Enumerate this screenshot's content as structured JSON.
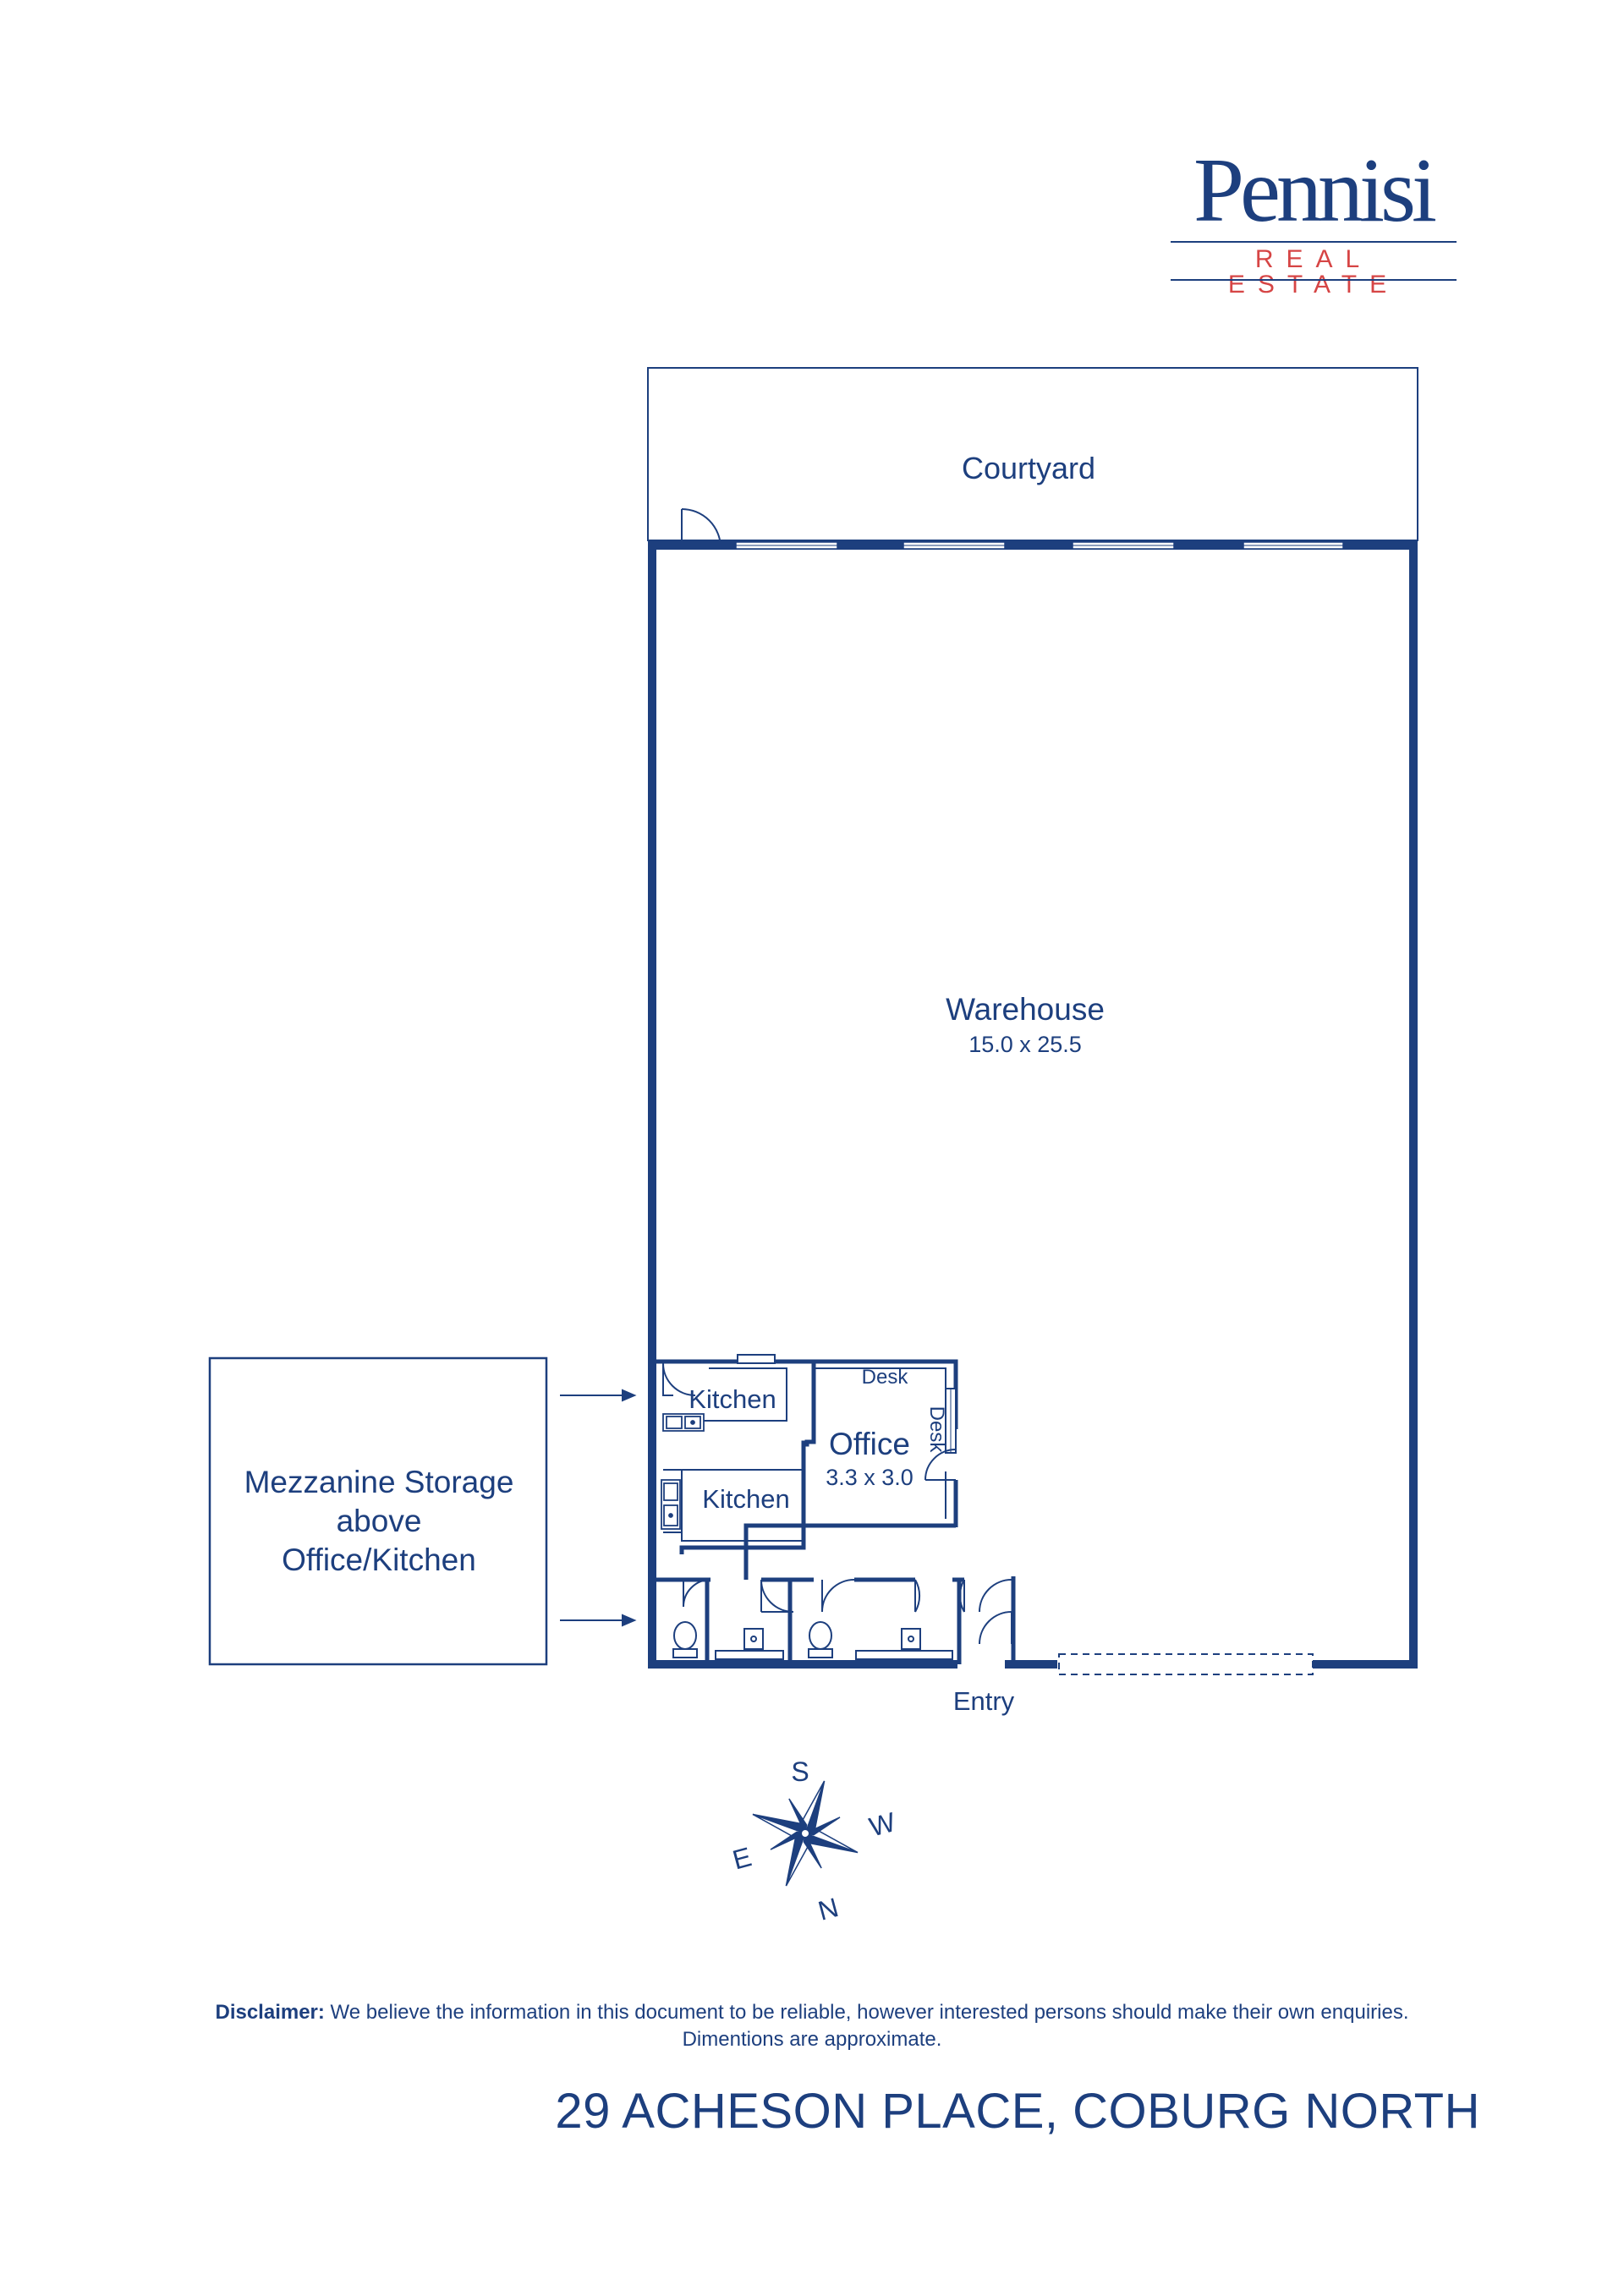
{
  "brand": {
    "name": "Pennisi",
    "subtitle": "REAL ESTATE"
  },
  "rooms": {
    "courtyard": "Courtyard",
    "warehouse": "Warehouse",
    "warehouse_dims": "15.0 x 25.5",
    "kitchen_upper": "Kitchen",
    "kitchen_lower": "Kitchen",
    "office": "Office",
    "office_dims": "3.3 x 3.0",
    "desk_top": "Desk",
    "desk_side": "Desk",
    "entry": "Entry"
  },
  "mezzanine": {
    "line1": "Mezzanine Storage",
    "line2": "above",
    "line3": "Office/Kitchen"
  },
  "compass": {
    "s": "S",
    "w": "W",
    "e": "E",
    "n": "N"
  },
  "disclaimer": {
    "label": "Disclaimer:",
    "text": " We believe the information in this document to be reliable, however interested persons should make their own enquiries.",
    "line2": "Dimentions are approximate."
  },
  "address": "29 ACHESON PLACE, COBURG NORTH",
  "colors": {
    "brand_blue": "#1d3f7e",
    "brand_red": "#d64545"
  }
}
